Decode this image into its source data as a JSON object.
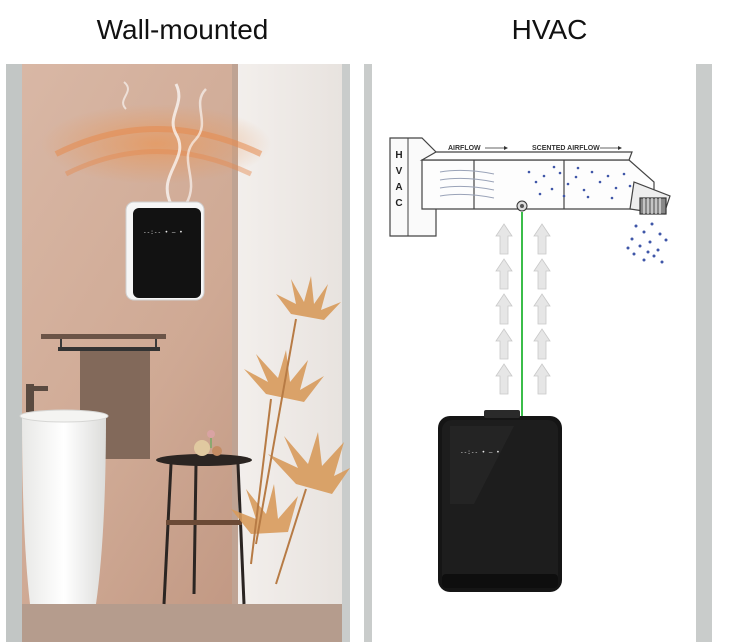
{
  "captions": {
    "left": "Wall-mounted",
    "right": "HVAC"
  },
  "diagram": {
    "hvac_letters": [
      "H",
      "V",
      "A",
      "C"
    ],
    "airflow_label": "AIRFLOW",
    "scented_label": "SCENTED AIRFLOW"
  },
  "device": {
    "screen_readout": "--:-- • — •"
  }
}
